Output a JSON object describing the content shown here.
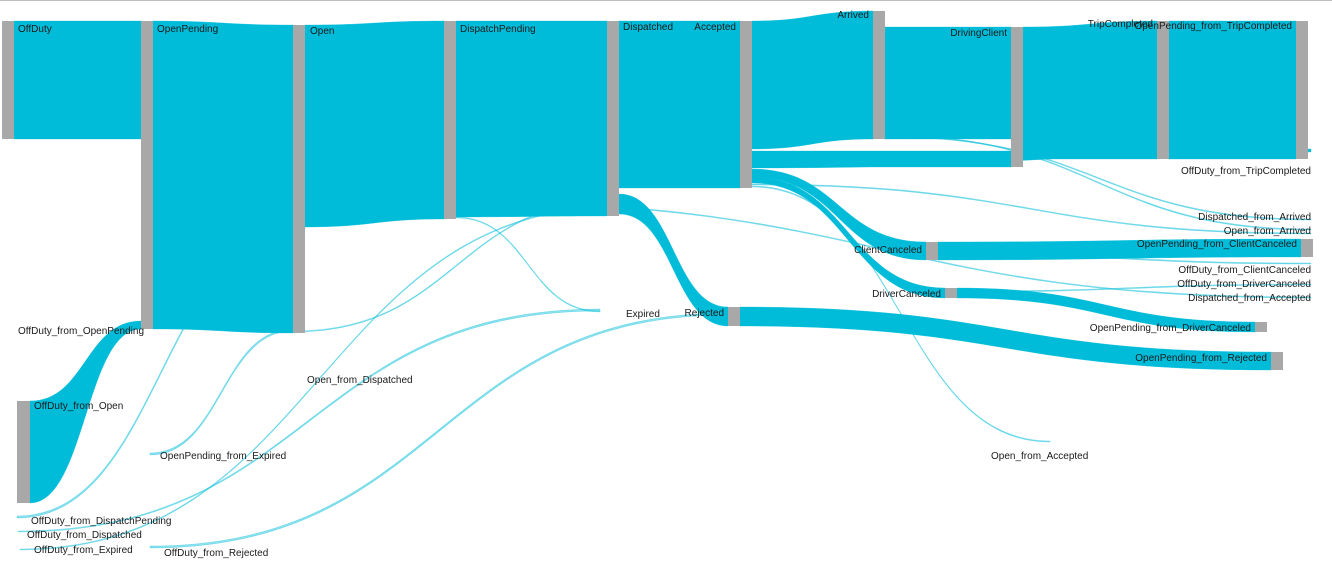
{
  "diagram": {
    "colors": {
      "link": "#00bcd9",
      "node": "#a8a8a8",
      "text": "#1a1a1a"
    },
    "nodes": [
      {
        "id": "OffDuty",
        "label": "OffDuty"
      },
      {
        "id": "OpenPending",
        "label": "OpenPending"
      },
      {
        "id": "Open",
        "label": "Open"
      },
      {
        "id": "DispatchPending",
        "label": "DispatchPending"
      },
      {
        "id": "Dispatched",
        "label": "Dispatched"
      },
      {
        "id": "Accepted",
        "label": "Accepted"
      },
      {
        "id": "Arrived",
        "label": "Arrived"
      },
      {
        "id": "DrivingClient",
        "label": "DrivingClient"
      },
      {
        "id": "TripCompleted",
        "label": "TripCompleted"
      },
      {
        "id": "OpenPending_from_TripCompleted",
        "label": "OpenPending_from_TripCompleted"
      },
      {
        "id": "OffDuty_from_TripCompleted",
        "label": "OffDuty_from_TripCompleted"
      },
      {
        "id": "Dispatched_from_Arrived",
        "label": "Dispatched_from_Arrived"
      },
      {
        "id": "Open_from_Arrived",
        "label": "Open_from_Arrived"
      },
      {
        "id": "ClientCanceled",
        "label": "ClientCanceled"
      },
      {
        "id": "OpenPending_from_ClientCanceled",
        "label": "OpenPending_from_ClientCanceled"
      },
      {
        "id": "OffDuty_from_ClientCanceled",
        "label": "OffDuty_from_ClientCanceled"
      },
      {
        "id": "OffDuty_from_DriverCanceled",
        "label": "OffDuty_from_DriverCanceled"
      },
      {
        "id": "DriverCanceled",
        "label": "DriverCanceled"
      },
      {
        "id": "Dispatched_from_Accepted",
        "label": "Dispatched_from_Accepted"
      },
      {
        "id": "OpenPending_from_DriverCanceled",
        "label": "OpenPending_from_DriverCanceled"
      },
      {
        "id": "Expired",
        "label": "Expired"
      },
      {
        "id": "Rejected",
        "label": "Rejected"
      },
      {
        "id": "OpenPending_from_Rejected",
        "label": "OpenPending_from_Rejected"
      },
      {
        "id": "OffDuty_from_OpenPending",
        "label": "OffDuty_from_OpenPending"
      },
      {
        "id": "Open_from_Dispatched",
        "label": "Open_from_Dispatched"
      },
      {
        "id": "OffDuty_from_Open",
        "label": "OffDuty_from_Open"
      },
      {
        "id": "OpenPending_from_Expired",
        "label": "OpenPending_from_Expired"
      },
      {
        "id": "Open_from_Accepted",
        "label": "Open_from_Accepted"
      },
      {
        "id": "OffDuty_from_DispatchPending",
        "label": "OffDuty_from_DispatchPending"
      },
      {
        "id": "OffDuty_from_Dispatched",
        "label": "OffDuty_from_Dispatched"
      },
      {
        "id": "OffDuty_from_Expired",
        "label": "OffDuty_from_Expired"
      },
      {
        "id": "OffDuty_from_Rejected",
        "label": "OffDuty_from_Rejected"
      }
    ]
  }
}
